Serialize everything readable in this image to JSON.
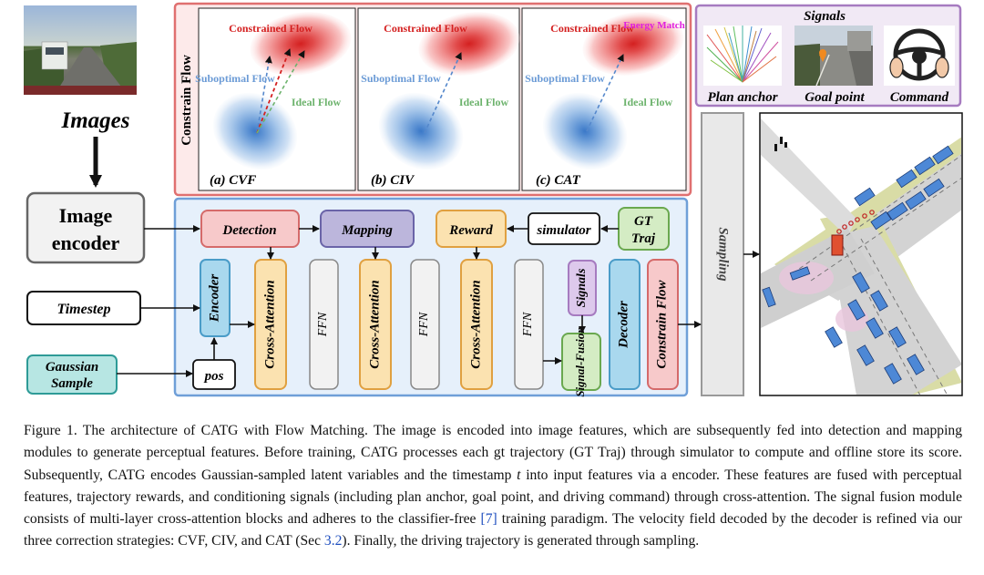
{
  "input": {
    "images_label": "Images",
    "image_encoder_line1": "Image",
    "image_encoder_line2": "encoder",
    "timestep_label": "Timestep",
    "gaussian_line1": "Gaussian",
    "gaussian_line2": "Sample",
    "pos_label": "pos"
  },
  "constrain_panel": {
    "side_label": "Constrain Flow",
    "subplots": [
      {
        "caption": "(a)  CVF",
        "constrained": "Constrained Flow",
        "suboptimal": "Suboptimal Flow",
        "ideal": "Ideal Flow"
      },
      {
        "caption": "(b)  CIV",
        "constrained": "Constrained Flow",
        "suboptimal": "Suboptimal Flow",
        "ideal": "Ideal Flow"
      },
      {
        "caption": "(c)  CAT",
        "constrained": "Constrained Flow",
        "suboptimal": "Suboptimal Flow",
        "ideal": "Ideal Flow",
        "energy": "Energy Match"
      }
    ]
  },
  "signals": {
    "title": "Signals",
    "items": [
      "Plan anchor",
      "Goal point",
      "Command"
    ]
  },
  "pipeline": {
    "detection": "Detection",
    "mapping": "Mapping",
    "reward": "Reward",
    "simulator": "simulator",
    "gt_line1": "GT",
    "gt_line2": "Traj",
    "encoder": "Encoder",
    "cross_attention": "Cross-Attention",
    "ffn": "FFN",
    "signals_block": "Signals",
    "signal_fusion": "Signal-Fusion",
    "decoder": "Decoder",
    "constrain_flow": "Constrain Flow",
    "sampling": "Sampling"
  },
  "colors": {
    "red_border": "#e07070",
    "blue_border": "#6f9fd8",
    "purple_border": "#a67bc0",
    "detection_fill": "#f7c9ca",
    "mapping_fill": "#bcb6dc",
    "reward_fill": "#fbe2b0",
    "gt_fill": "#d4ecc4",
    "encoder_fill": "#a9d8ee",
    "gaussian_fill": "#b7e6e3"
  },
  "caption": {
    "p1": "Figure 1.  The architecture of CATG with Flow Matching.  The image is encoded into image features, which are subsequently fed into detection and mapping modules to generate perceptual features.  Before training, CATG processes each gt trajectory (GT Traj) through simulator to compute and offline store its score.  Subsequently, CATG encodes Gaussian-sampled latent variables and the timestamp ",
    "t": "t",
    "p2": " into input features via a encoder.  These features are fused with perceptual features, trajectory rewards, and conditioning signals (including plan anchor, goal point, and driving command) through cross-attention.  The signal fusion module consists of multi-layer cross-attention blocks and adheres to the classifier-free ",
    "ref1": "[7]",
    "p3": " training paradigm.  The velocity field decoded by the decoder is refined via our three correction strategies: CVF, CIV, and CAT (Sec ",
    "ref2": "3.2",
    "p4": ").  Finally, the driving trajectory is generated through sampling."
  }
}
